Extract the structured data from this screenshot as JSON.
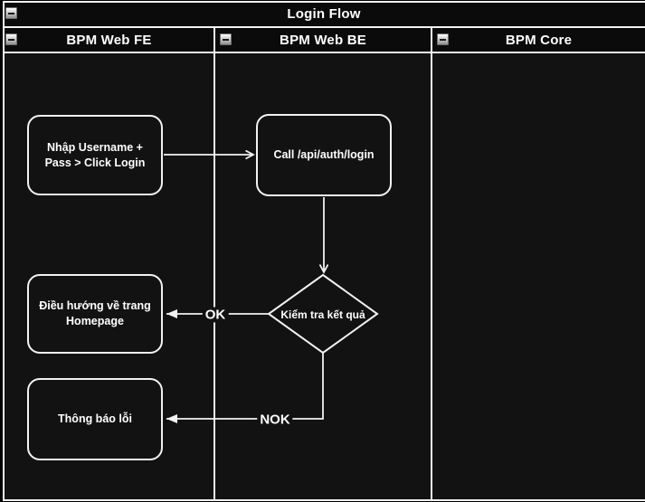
{
  "diagram": {
    "title": "Login Flow",
    "type": "swimlane-flowchart"
  },
  "lanes": [
    {
      "id": "fe",
      "label": "BPM Web FE"
    },
    {
      "id": "be",
      "label": "BPM Web BE"
    },
    {
      "id": "core",
      "label": "BPM Core"
    }
  ],
  "nodes": [
    {
      "id": "input-credentials",
      "shape": "rounded-rect",
      "lane": "BPM Web FE",
      "label": "Nhập Username +\nPass > Click Login"
    },
    {
      "id": "call-login-api",
      "shape": "rounded-rect",
      "lane": "BPM Web BE",
      "label": "Call /api/auth/login"
    },
    {
      "id": "check-result",
      "shape": "decision-diamond",
      "lane": "BPM Web BE",
      "label": "Kiểm tra kết quả"
    },
    {
      "id": "redirect-homepage",
      "shape": "rounded-rect",
      "lane": "BPM Web FE",
      "label": "Điều hướng về trang\nHomepage"
    },
    {
      "id": "error-notification",
      "shape": "rounded-rect",
      "lane": "BPM Web FE",
      "label": "Thông báo lỗi"
    }
  ],
  "edges": [
    {
      "from": "input-credentials",
      "to": "call-login-api",
      "label": ""
    },
    {
      "from": "call-login-api",
      "to": "check-result",
      "label": ""
    },
    {
      "from": "check-result",
      "to": "redirect-homepage",
      "label": "OK"
    },
    {
      "from": "check-result",
      "to": "error-notification",
      "label": "NOK"
    }
  ],
  "icons": {
    "collapse": "minus"
  },
  "colors": {
    "background": "#000000",
    "lane_fill": "#121212",
    "header_fill": "#0b0b0b",
    "stroke": "#f2f2f2",
    "text": "#ffffff"
  }
}
